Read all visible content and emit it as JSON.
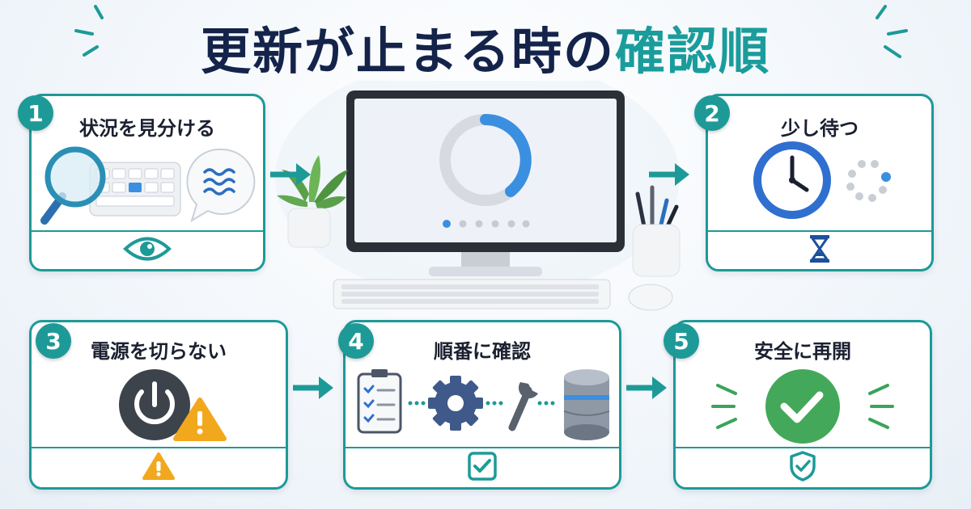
{
  "title": {
    "part1": "更新が止まる時の",
    "part2": "確認順"
  },
  "steps": [
    {
      "number": "1",
      "label": "状況を見分ける"
    },
    {
      "number": "2",
      "label": "少し待つ"
    },
    {
      "number": "3",
      "label": "電源を切らない"
    },
    {
      "number": "4",
      "label": "順番に確認"
    },
    {
      "number": "5",
      "label": "安全に再開"
    }
  ],
  "icons": {
    "step1": [
      "magnifier-icon",
      "keyboard-icon",
      "speech-bubble-icon",
      "eye-icon"
    ],
    "step2": [
      "clock-icon",
      "loading-dots-icon",
      "hourglass-icon"
    ],
    "step3": [
      "power-button-icon",
      "warning-icon"
    ],
    "step4": [
      "checklist-icon",
      "gear-icon",
      "wrench-icon",
      "database-icon",
      "checkbox-icon"
    ],
    "step5": [
      "check-circle-icon",
      "shield-check-icon"
    ],
    "center": [
      "monitor-icon",
      "loading-ring-icon",
      "plant-icon",
      "pen-holder-icon",
      "keyboard-icon",
      "mouse-icon"
    ]
  },
  "colors": {
    "accent": "#1d9a98",
    "title_dark": "#14234a",
    "progress_blue": "#3b8fe0",
    "warning": "#f2a81d",
    "success": "#43a85a"
  }
}
